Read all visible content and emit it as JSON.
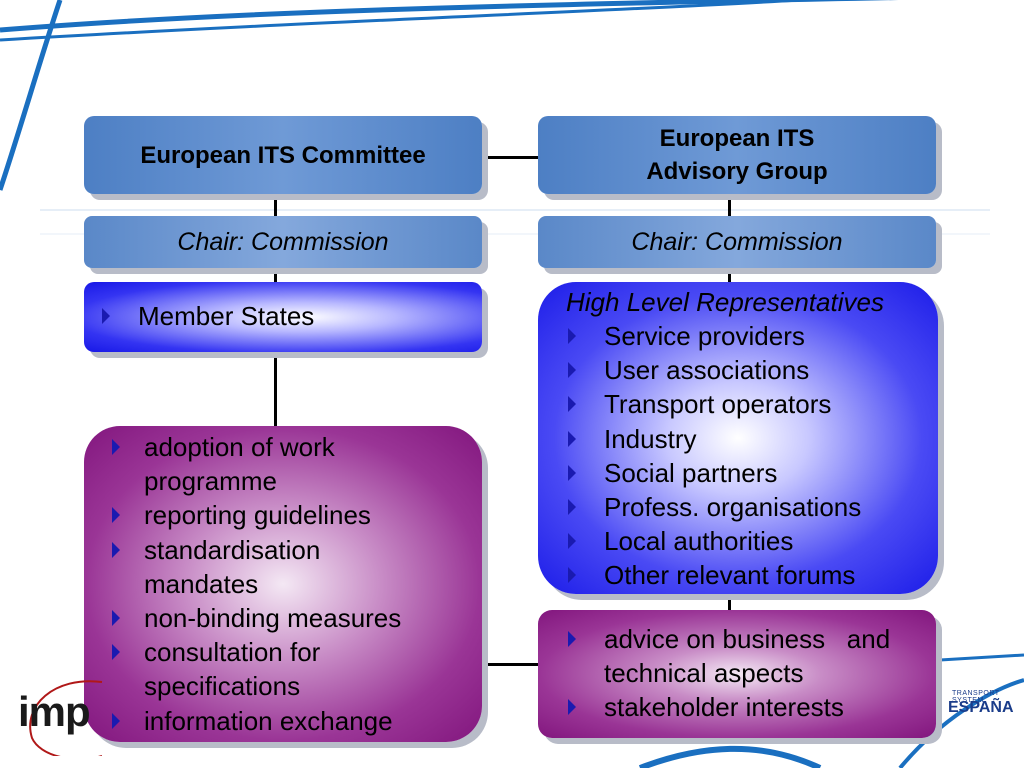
{
  "committee": {
    "title": "European ITS Committee",
    "chair": "Chair: Commission",
    "members": "Member States",
    "tasks": [
      {
        "line1": "adoption of work",
        "line2": "programme"
      },
      {
        "line1": "reporting guidelines"
      },
      {
        "line1": "standardisation",
        "line2": "mandates"
      },
      {
        "line1": "non-binding measures"
      },
      {
        "line1": "consultation for",
        "line2": "specifications"
      },
      {
        "line1": "information exchange"
      }
    ]
  },
  "advisory": {
    "title_line1": "European ITS",
    "title_line2": "Advisory Group",
    "chair": "Chair: Commission",
    "representatives_heading": "High Level Representatives",
    "representatives": [
      "Service providers",
      "User associations",
      "Transport operators",
      "Industry",
      "Social partners",
      "Profess. organisations",
      "Local authorities",
      "Other relevant forums"
    ],
    "tasks": [
      {
        "line1": "advice on business   and",
        "line2": "technical aspects"
      },
      {
        "line1": "stakeholder interests"
      }
    ]
  },
  "logos": {
    "left": "imp",
    "right_top": "TRANSPORT SYSTEM",
    "right_main": "ESPAÑA"
  },
  "colors": {
    "header_blue": "#5b8bcc",
    "member_blue": "#2020e8",
    "task_purple": "#8a1d86",
    "connector": "#000000"
  }
}
